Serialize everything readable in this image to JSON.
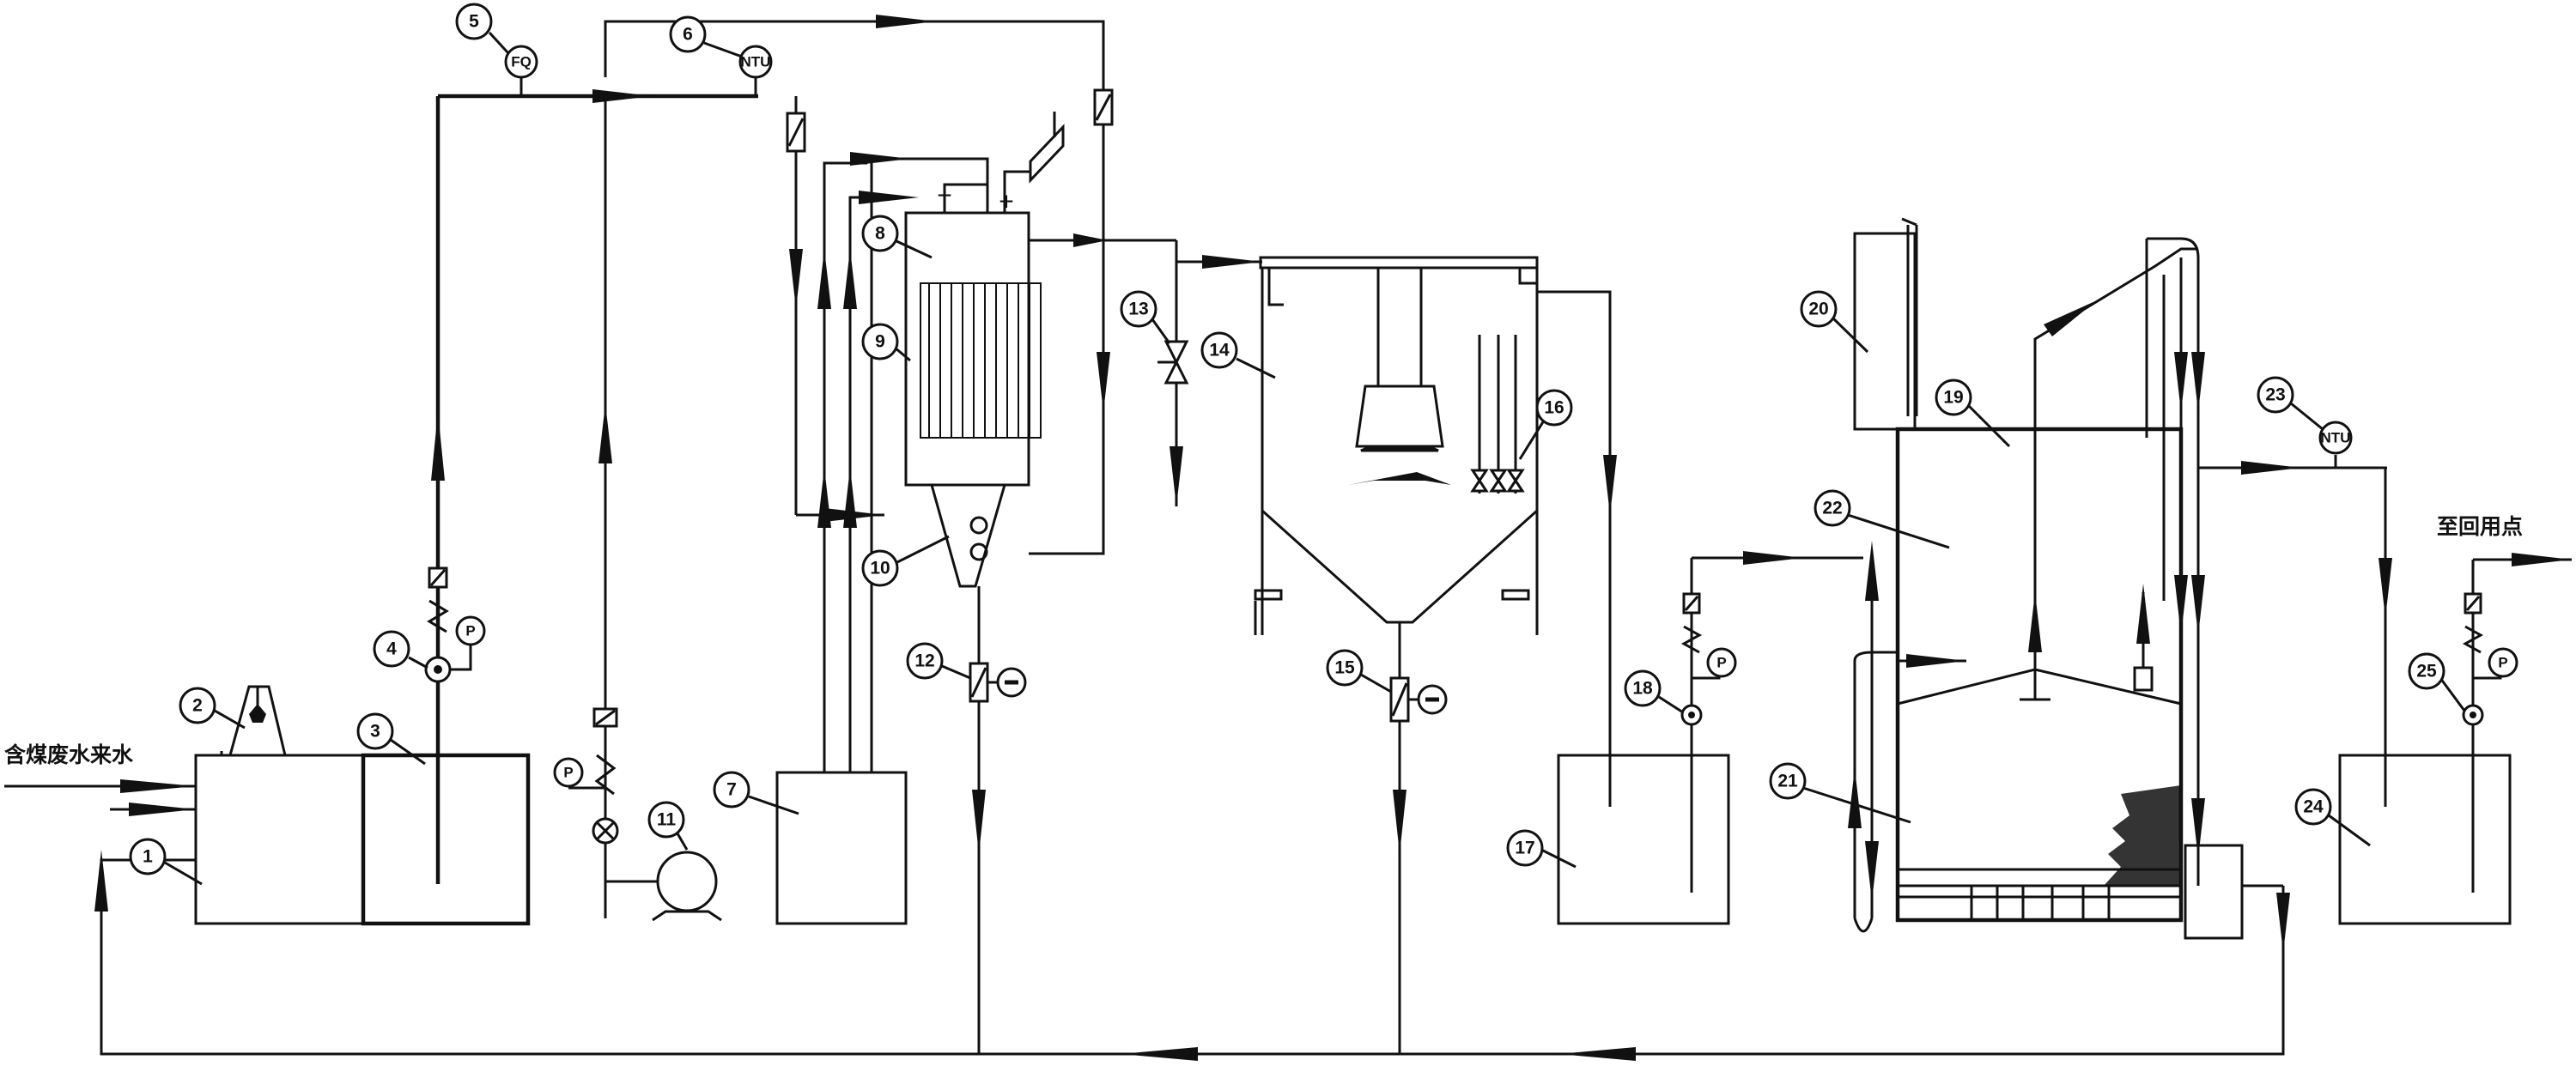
{
  "labels": {
    "inlet": "含煤废水来水",
    "outlet": "至回用点"
  },
  "instrument_tags": {
    "flow_meter": "FQ",
    "turbidity_meter": "NTU",
    "pressure_gauge": "P"
  },
  "electrode_signs": {
    "negative": "−",
    "positive": "+"
  },
  "callouts": [
    "1",
    "2",
    "3",
    "4",
    "5",
    "6",
    "7",
    "8",
    "9",
    "10",
    "11",
    "12",
    "13",
    "14",
    "15",
    "16",
    "17",
    "18",
    "19",
    "20",
    "21",
    "22",
    "23",
    "24",
    "25"
  ]
}
